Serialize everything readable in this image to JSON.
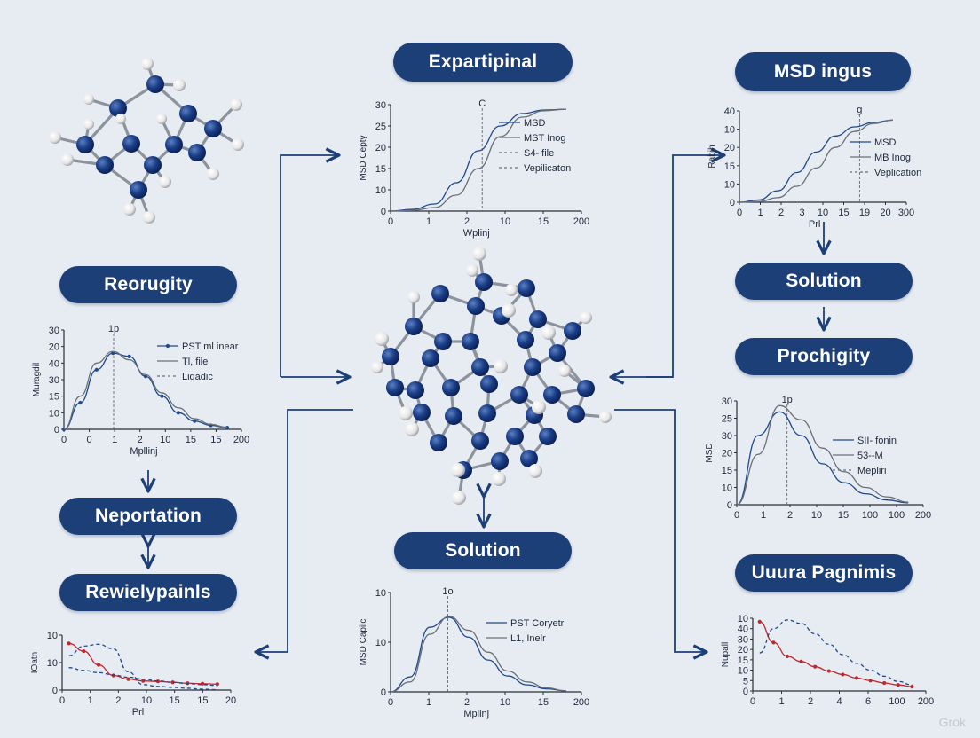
{
  "labels": {
    "expartipinal": "Expartipinal",
    "msd_ingus": "MSD ingus",
    "reorugity": "Reorugity",
    "solution_right": "Solution",
    "prochigity": "Prochigity",
    "neportation": "Neportation",
    "rewielypainls": "Rewielypainls",
    "solution_bottom": "Solution",
    "uuura_pagnimis": "Uuura Pagnimis"
  },
  "watermark": "Grok",
  "colors": {
    "accent": "#1d3f78",
    "arrow": "#1d3f78",
    "series_blue": "#1f4a8c",
    "series_gray": "#6b6f78",
    "series_red": "#c0282d",
    "atom_blue": "#1a3e86",
    "atom_white": "#f2f2f2",
    "bond": "#8d939c"
  },
  "chart_data": [
    {
      "id": "chart-top-center",
      "type": "line",
      "ylabel": "MSD Cepty",
      "xlabel": "Wplinj",
      "x_ticks": [
        "0",
        "1",
        "2",
        "10",
        "15",
        "200"
      ],
      "y_ticks": [
        "0",
        "10",
        "15",
        "20",
        "25",
        "30"
      ],
      "peak_label": "C",
      "ylim": [
        0,
        30
      ],
      "legend": [
        "MSD",
        "MST Inog",
        "S4- file",
        "Vepilicaton"
      ],
      "series": [
        {
          "name": "MSD",
          "style": "blue",
          "values": [
            0,
            0.5,
            2,
            8,
            17,
            24,
            27.5,
            28.5,
            28.7
          ]
        },
        {
          "name": "MST Inog",
          "style": "gray",
          "values": [
            0,
            0.2,
            1,
            4.5,
            12,
            21,
            26.5,
            28.3,
            28.7
          ]
        }
      ]
    },
    {
      "id": "chart-top-right",
      "type": "line",
      "ylabel": "Rabih",
      "xlabel": "Prl",
      "x_ticks": [
        "0",
        "1",
        "2",
        "3",
        "10",
        "15",
        "19",
        "20",
        "300"
      ],
      "y_ticks": [
        "0",
        "10",
        "15",
        "20",
        "10",
        "40"
      ],
      "peak_label": "g",
      "ylim": [
        0,
        40
      ],
      "legend": [
        "MSD",
        "MB Inog",
        "Veplication"
      ],
      "series": [
        {
          "name": "MSD",
          "style": "blue",
          "values": [
            0,
            1,
            5,
            13,
            22,
            29,
            33,
            35,
            36
          ]
        },
        {
          "name": "MB Inog",
          "style": "gray",
          "values": [
            0,
            0.3,
            2,
            7,
            15,
            24,
            31,
            34.5,
            36
          ]
        }
      ]
    },
    {
      "id": "chart-mid-left",
      "type": "line",
      "ylabel": "Muragdil",
      "xlabel": "Mpllinj",
      "x_ticks": [
        "0",
        "0",
        "1",
        "2",
        "10",
        "15",
        "15",
        "200"
      ],
      "y_ticks": [
        "0",
        "10",
        "15",
        "30",
        "40",
        "20",
        "30"
      ],
      "peak_label": "1p",
      "ylim": [
        0,
        30
      ],
      "legend": [
        "PST ml inear",
        "Tl, file",
        "Liqadic"
      ],
      "series": [
        {
          "name": "PST ml inear",
          "style": "blue-dots",
          "values": [
            0,
            8,
            18,
            23,
            22,
            16,
            10,
            5,
            2.5,
            1.2,
            0.5
          ]
        },
        {
          "name": "Tl, file",
          "style": "gray",
          "values": [
            0,
            10,
            20,
            23.5,
            21,
            16.5,
            11,
            6.5,
            3.2,
            1.5,
            0.6
          ]
        }
      ]
    },
    {
      "id": "chart-mid-right",
      "type": "line",
      "ylabel": "MSD",
      "xlabel": "",
      "x_ticks": [
        "0",
        "1",
        "2",
        "10",
        "15",
        "100",
        "100",
        "200"
      ],
      "y_ticks": [
        "0",
        "10",
        "15",
        "20",
        "30",
        "25",
        "30"
      ],
      "peak_label": "1p",
      "ylim": [
        0,
        33
      ],
      "legend": [
        "SII- fonin",
        "53--M",
        "Mepliri"
      ],
      "series": [
        {
          "name": "SII- fonin",
          "style": "blue",
          "values": [
            0,
            22,
            29.5,
            22,
            13,
            7,
            3.5,
            1.5,
            0.6
          ]
        },
        {
          "name": "53--M",
          "style": "gray",
          "values": [
            0,
            16,
            31.5,
            27,
            18,
            10.5,
            5.5,
            2.5,
            0.8
          ]
        }
      ]
    },
    {
      "id": "chart-bottom-left",
      "type": "line",
      "ylabel": "IOatn",
      "xlabel": "Prl",
      "x_ticks": [
        "0",
        "1",
        "2",
        "10",
        "15",
        "15",
        "20"
      ],
      "y_ticks": [
        "0",
        "10",
        "10"
      ],
      "ylim": [
        0,
        12
      ],
      "legend": [],
      "series": [
        {
          "name": "",
          "style": "red-dots",
          "values": [
            10.2,
            8.5,
            5.5,
            3.2,
            2.4,
            2.0,
            1.9,
            1.7,
            1.5,
            1.4,
            1.3
          ]
        },
        {
          "name": "",
          "style": "blue-dash",
          "values": [
            7.5,
            9.6,
            10,
            9,
            4,
            1.2,
            0.8,
            0.6,
            0.4,
            0.2,
            0.1
          ]
        },
        {
          "name": "",
          "style": "blue-dash",
          "values": [
            4.9,
            4.3,
            3.8,
            3.3,
            2.8,
            2.4,
            2.0,
            1.7,
            1.4,
            1.2,
            1.0
          ]
        }
      ]
    },
    {
      "id": "chart-bottom-center",
      "type": "line",
      "ylabel": "MSD Capilc",
      "xlabel": "Mplinj",
      "x_ticks": [
        "0",
        "1",
        "2",
        "10",
        "15",
        "200"
      ],
      "y_ticks": [
        "0",
        "10",
        "10"
      ],
      "peak_label": "1o",
      "ylim": [
        0,
        10
      ],
      "legend": [
        "PST Coryetr",
        "L1, Inelr"
      ],
      "series": [
        {
          "name": "PST Coryetr",
          "style": "blue",
          "values": [
            0,
            1.5,
            6.5,
            7.5,
            5.5,
            3.2,
            1.6,
            0.7,
            0.3,
            0.1
          ]
        },
        {
          "name": "L1, Inelr",
          "style": "gray",
          "values": [
            0,
            1.0,
            5.8,
            7.6,
            6.2,
            4.0,
            2.1,
            1.0,
            0.4,
            0.1
          ]
        }
      ]
    },
    {
      "id": "chart-bottom-right",
      "type": "line",
      "ylabel": "Nupall",
      "xlabel": "",
      "x_ticks": [
        "0",
        "1",
        "2",
        "4",
        "6",
        "100",
        "200"
      ],
      "y_ticks": [
        "0",
        "5",
        "10",
        "15",
        "20",
        "30",
        "40",
        "10"
      ],
      "ylim": [
        0,
        42
      ],
      "legend": [],
      "series": [
        {
          "name": "",
          "style": "red-dots",
          "values": [
            40,
            28,
            20,
            17,
            14,
            11.5,
            9.5,
            7.5,
            6,
            4.6,
            3.5,
            2.5
          ]
        },
        {
          "name": "",
          "style": "blue-dash",
          "values": [
            22,
            36,
            41,
            39,
            33,
            27,
            21,
            16,
            12,
            8.5,
            5.5,
            3.5
          ]
        }
      ]
    }
  ]
}
